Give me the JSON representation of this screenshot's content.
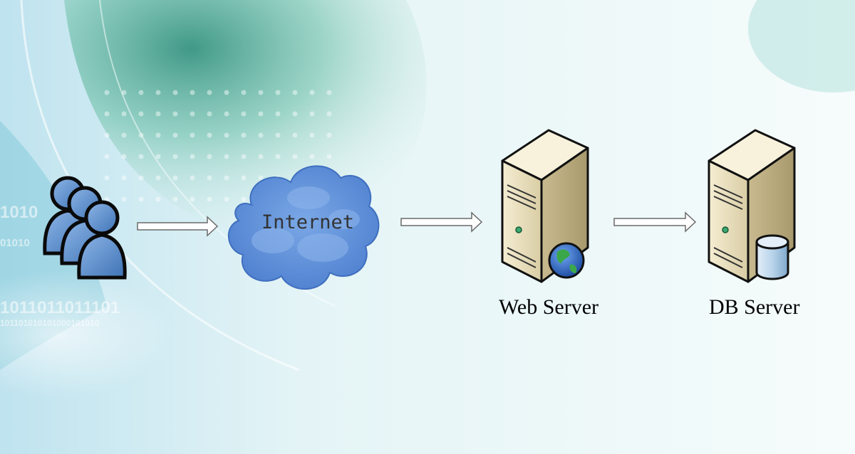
{
  "diagram": {
    "nodes": [
      {
        "id": "users",
        "icon": "users-icon",
        "label": ""
      },
      {
        "id": "internet",
        "icon": "cloud-icon",
        "label": "Internet"
      },
      {
        "id": "web",
        "icon": "server-globe-icon",
        "label": "Web Server"
      },
      {
        "id": "db",
        "icon": "server-database-icon",
        "label": "DB Server"
      }
    ],
    "edges": [
      {
        "from": "users",
        "to": "internet"
      },
      {
        "from": "internet",
        "to": "web"
      },
      {
        "from": "web",
        "to": "db"
      }
    ],
    "colors": {
      "users_fill": "#4f86c6",
      "cloud_fill": "#6f9ee0",
      "server_body": "#e9dfc0",
      "globe_blue": "#2a5fb0",
      "globe_green": "#3aa84a",
      "db_cylinder": "#b9d4ea",
      "arrow_fill": "#ffffff",
      "arrow_stroke": "#6a6a6a"
    },
    "background": {
      "binary_texts": [
        "1010",
        "01010",
        "1011011011101",
        "101101010101000101010"
      ]
    }
  }
}
